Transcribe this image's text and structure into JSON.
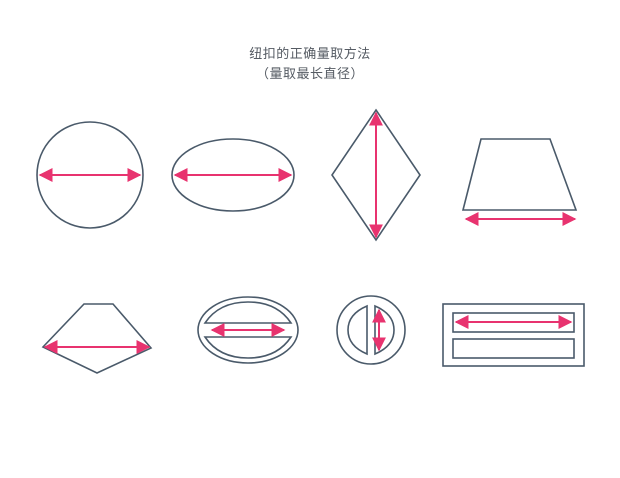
{
  "title": {
    "line1": "纽扣的正确量取方法",
    "line2": "（量取最长直径）"
  },
  "colors": {
    "outline": "#4a5a6a",
    "arrow": "#e8336f",
    "background": "#ffffff"
  },
  "diagram": {
    "rows": [
      [
        "circle-button",
        "oval-button",
        "diamond-button",
        "trapezoid-button"
      ],
      [
        "pentagon-button",
        "oval-slot-button",
        "round-slot-button",
        "rectangular-buckle"
      ]
    ]
  }
}
